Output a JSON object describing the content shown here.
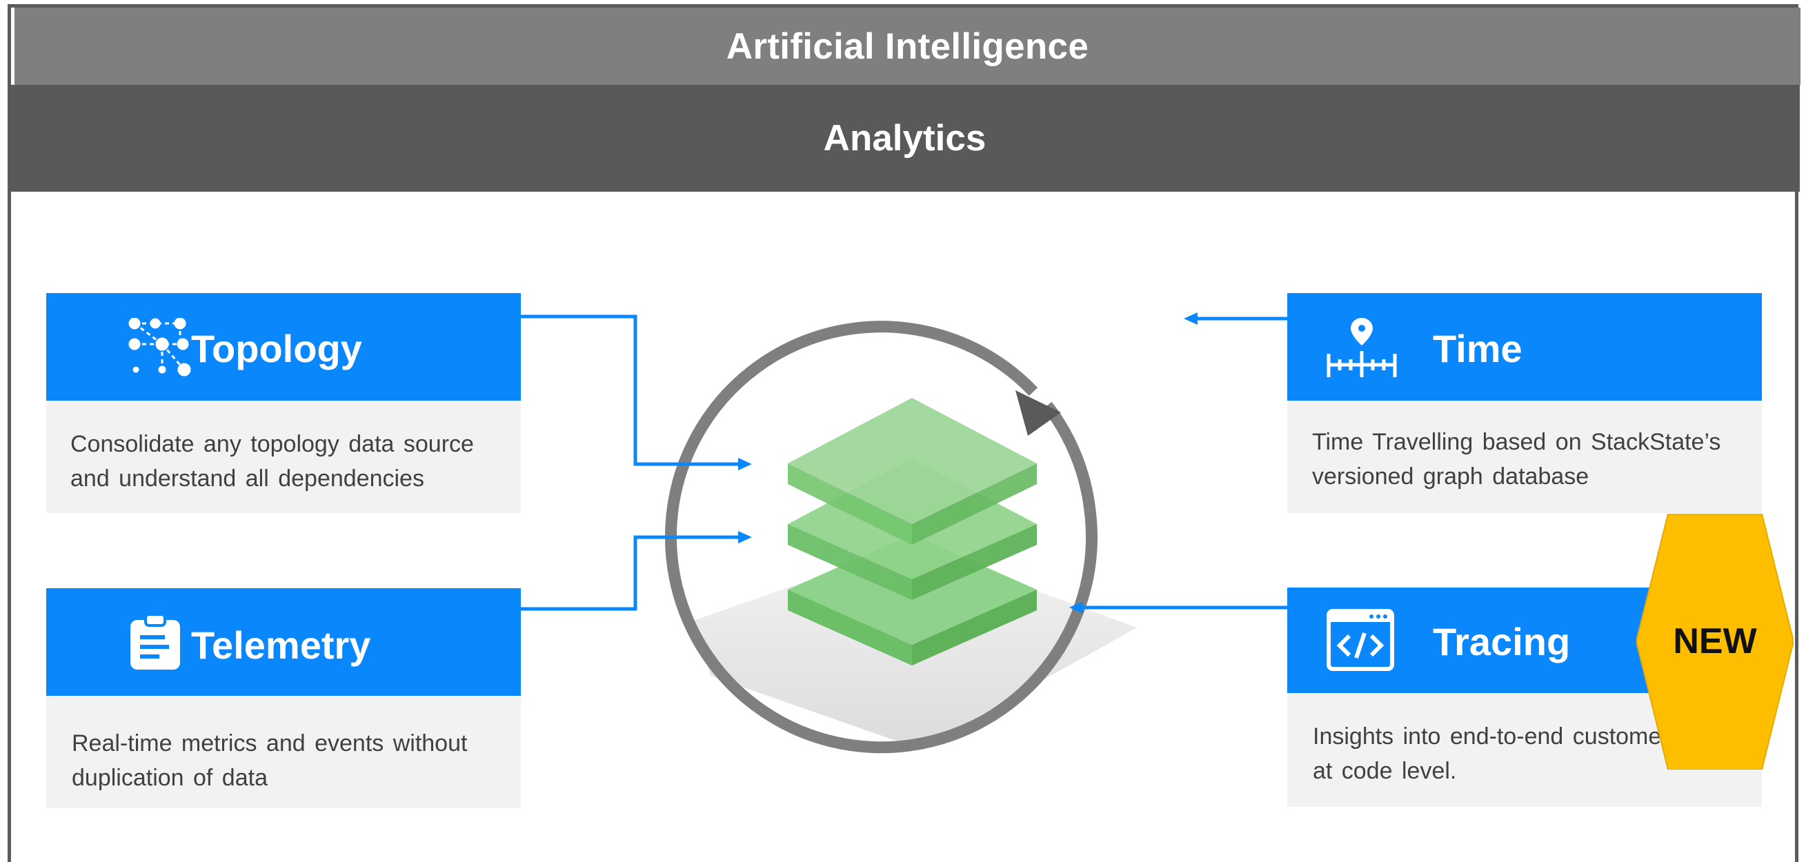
{
  "header": {
    "top_band": "Artificial Intelligence",
    "sub_band": "Analytics"
  },
  "cards": {
    "topology": {
      "title": "Topology",
      "icon": "topology-graph-icon",
      "line1": "Consolidate  any  topology  data  source",
      "line2": "and understand  all  dependencies"
    },
    "telemetry": {
      "title": "Telemetry",
      "icon": "clipboard-icon",
      "line1": "Real-time  metrics and events  without",
      "line2": "duplication  of  data"
    },
    "time": {
      "title": "Time",
      "icon": "timeline-pin-icon",
      "line1": "Time  Travelling  based on  StackState’s",
      "line2": "versioned  graph  database"
    },
    "tracing": {
      "title": "Tracing",
      "icon": "code-window-icon",
      "line1": "Insights into end-to-end  customer",
      "line2": "at code level."
    }
  },
  "badge": {
    "label": "NEW",
    "color": "#fdbe00"
  },
  "colors": {
    "accent_blue": "#0a87fb",
    "layer_green": "#7ccc78",
    "cycle_gray": "#7f7f7f"
  }
}
